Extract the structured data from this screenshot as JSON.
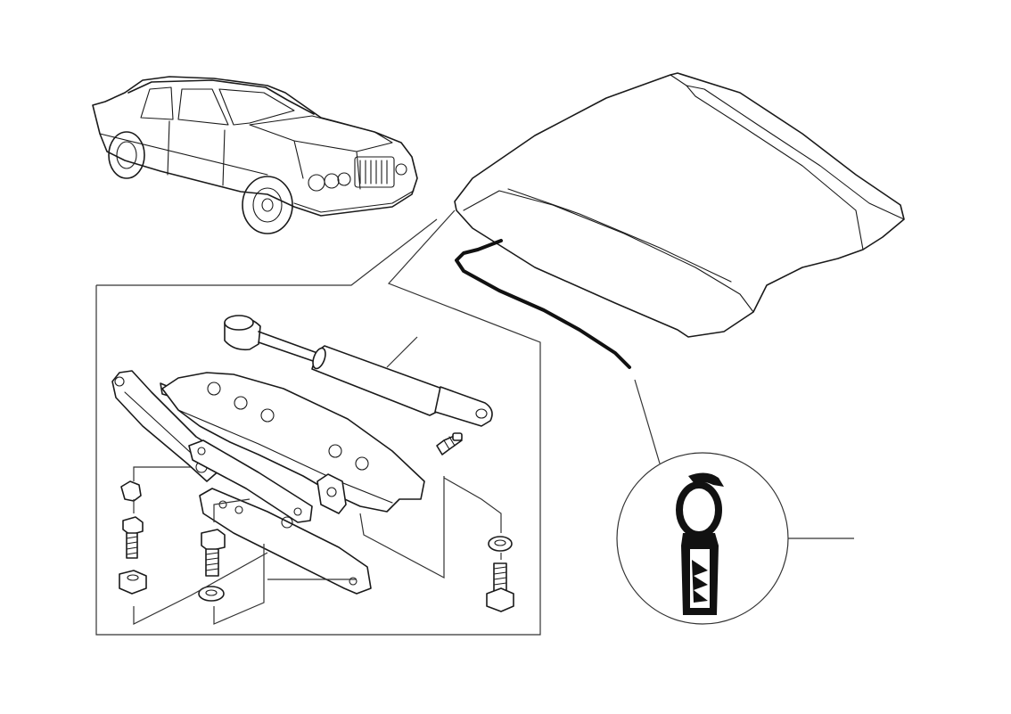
{
  "diagram": {
    "type": "exploded parts illustration",
    "text_labels": [],
    "parts": [
      {
        "name": "vehicle-overview"
      },
      {
        "name": "bonnet-panel"
      },
      {
        "name": "bonnet-seal-strip"
      },
      {
        "name": "seal-cross-section"
      },
      {
        "name": "gas-strut"
      },
      {
        "name": "hinge-assembly"
      },
      {
        "name": "fasteners"
      }
    ],
    "colors": {
      "line": "#1a1a1a",
      "background": "#ffffff",
      "seal": "#111111"
    }
  }
}
